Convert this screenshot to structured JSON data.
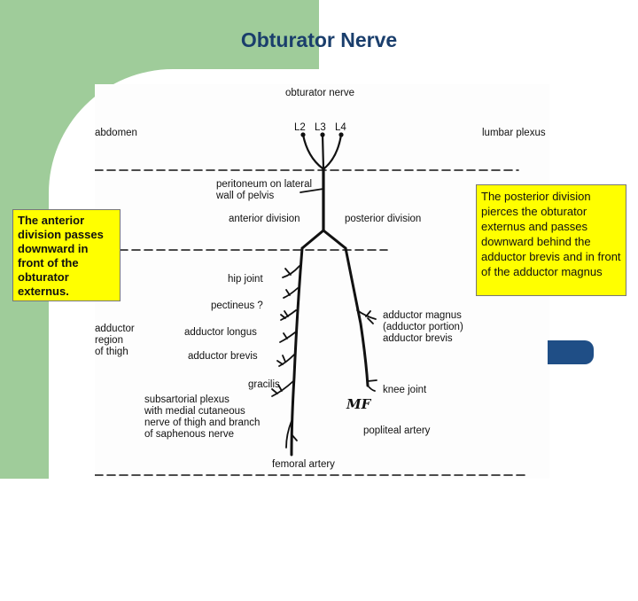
{
  "slide": {
    "title": "Obturator Nerve",
    "accent_colors": {
      "green": "#9fcc9a",
      "title": "#1a3e6c",
      "callout": "#ffff00",
      "pill": "#1f4e86"
    }
  },
  "diagram": {
    "labels": {
      "obturator_nerve": "obturator nerve",
      "l2": "L2",
      "l3": "L3",
      "l4": "L4",
      "abdomen": "abdomen",
      "lumbar_plexus": "lumbar plexus",
      "peritoneum": "peritoneum on lateral\nwall of pelvis",
      "anterior_division": "anterior division",
      "posterior_division": "posterior division",
      "hip_joint": "hip joint",
      "pectineus": "pectineus ?",
      "adductor_region": "adductor\nregion\nof thigh",
      "adductor_longus": "adductor longus",
      "adductor_brevis_left": "adductor brevis",
      "gracilis": "gracilis",
      "subsartorial": "subsartorial plexus\nwith medial cutaneous\nnerve of thigh and branch\nof saphenous nerve",
      "femoral_artery": "femoral artery",
      "adductor_magnus": "adductor magnus\n(adductor portion)\nadductor brevis",
      "knee_joint": "knee joint",
      "popliteal_artery": "popliteal artery"
    },
    "signature": "MF"
  },
  "callouts": {
    "left": "The anterior division passes downward in front of the obturator externus.",
    "right": "The posterior division pierces the obturator externus and passes downward behind the adductor brevis and in front of the adductor magnus"
  }
}
